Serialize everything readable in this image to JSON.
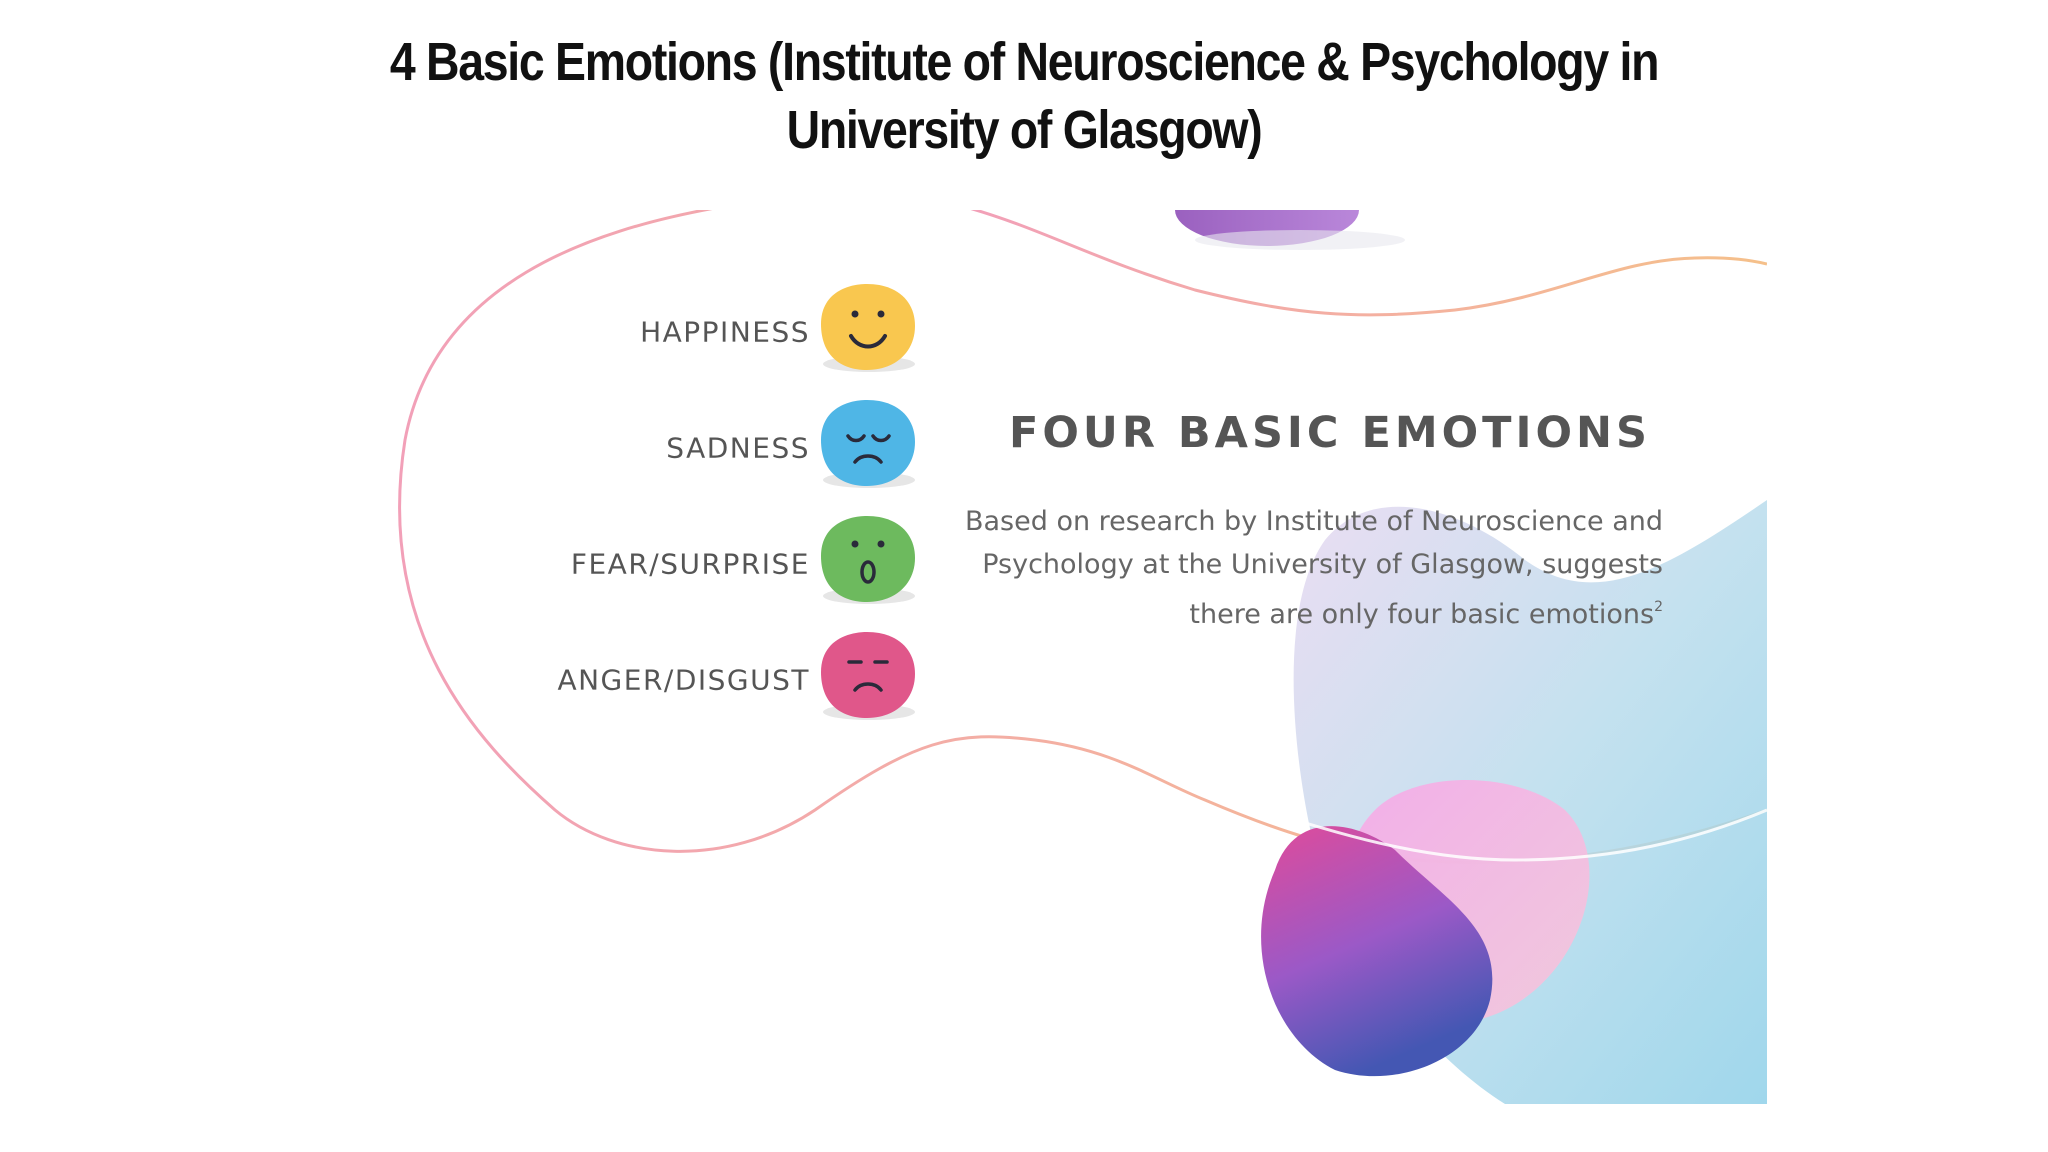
{
  "slide": {
    "title": "4 Basic Emotions (Institute of Neuroscience & Psychology in University of Glasgow)"
  },
  "infographic": {
    "heading": "FOUR BASIC EMOTIONS",
    "description": "Based on research by Institute of Neuroscience and Psychology at the University of Glasgow, suggests there are only four basic emotions",
    "description_sup": "2",
    "emotions": [
      {
        "label": "HAPPINESS",
        "icon": "happy-face-icon",
        "color": "#F9C74F"
      },
      {
        "label": "SADNESS",
        "icon": "sad-face-icon",
        "color": "#4FB6E6"
      },
      {
        "label": "FEAR/SURPRISE",
        "icon": "surprised-face-icon",
        "color": "#6DBA5E"
      },
      {
        "label": "ANGER/DISGUST",
        "icon": "angry-face-icon",
        "color": "#E0578A"
      }
    ],
    "colors": {
      "outline_pink": "#F2A0B8",
      "outline_orange": "#F5C08A",
      "blob_purple": "#9B59C7",
      "blob_blue": "#8FD0E8",
      "blob_pink": "#F08BE0"
    }
  }
}
